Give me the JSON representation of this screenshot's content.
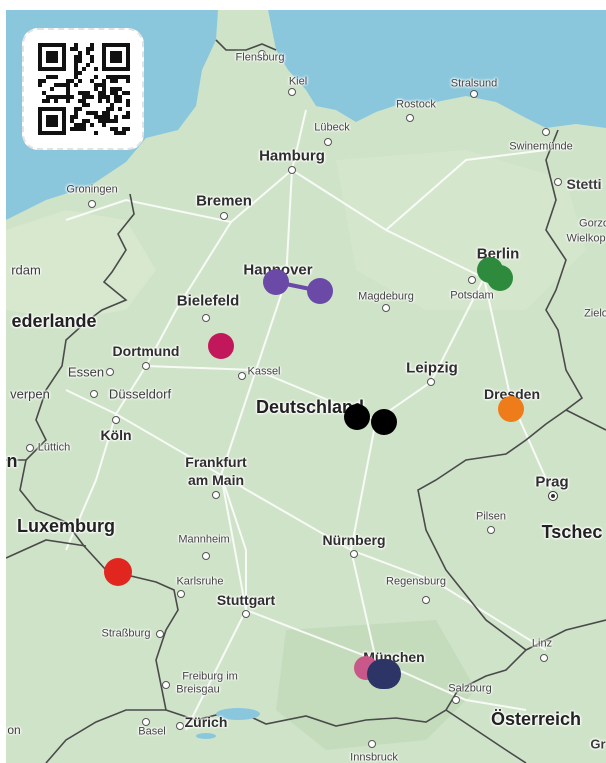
{
  "map": {
    "colors": {
      "land": "#cfe3c8",
      "sea": "#8ac7dd",
      "border": "#4a4a4a",
      "road": "#ffffff"
    },
    "labels": {
      "flensburg": "Flensburg",
      "kiel": "Kiel",
      "stralsund": "Stralsund",
      "rostock": "Rostock",
      "luebeck": "Lübeck",
      "swinemuende": "Swinemünde",
      "hamburg": "Hamburg",
      "stettin": "Stetti",
      "groningen": "Groningen",
      "bremen": "Bremen",
      "gorzow": "Gorzo",
      "wielkop": "Wielkop",
      "amsterdam": "rdam",
      "hannover": "Hannover",
      "berlin": "Berlin",
      "potsdam": "Potsdam",
      "magdeburg": "Magdeburg",
      "bielefeld": "Bielefeld",
      "zielona": "Zielo",
      "niederlande": "ederlande",
      "dortmund": "Dortmund",
      "essen": "Essen",
      "kassel": "Kassel",
      "leipzig": "Leipzig",
      "antwerpen": "verpen",
      "duesseldorf": "Düsseldorf",
      "dresden": "Dresden",
      "deutschland": "Deutschland",
      "koeln": "Köln",
      "luettich": "Lüttich",
      "belgien": "n",
      "frankfurt_1": "Frankfurt",
      "frankfurt_2": "am Main",
      "prag": "Prag",
      "pilsen": "Pilsen",
      "tschechien": "Tschec",
      "luxemburg": "Luxemburg",
      "mannheim": "Mannheim",
      "nuernberg": "Nürnberg",
      "karlsruhe": "Karlsruhe",
      "regensburg": "Regensburg",
      "stuttgart": "Stuttgart",
      "strassburg": "Straßburg",
      "linz": "Linz",
      "muenchen": "München",
      "freiburg_1": "Freiburg im",
      "freiburg_2": "Breisgau",
      "salzburg": "Salzburg",
      "zuerich": "Zürich",
      "basel": "Basel",
      "oesterreich": "Österreich",
      "innsbruck": "Innsbruck",
      "bern": "on",
      "graz": "Gr"
    },
    "markers": [
      {
        "name": "hannover-a",
        "color": "#6a4aa6"
      },
      {
        "name": "hannover-b",
        "color": "#6a4aa6"
      },
      {
        "name": "bielefeld",
        "color": "#c2185b"
      },
      {
        "name": "berlin-a",
        "color": "#2e8b3e"
      },
      {
        "name": "berlin-b",
        "color": "#2e8b3e"
      },
      {
        "name": "erfurt-a",
        "color": "#000000"
      },
      {
        "name": "erfurt-b",
        "color": "#000000"
      },
      {
        "name": "dresden",
        "color": "#ef7c1a"
      },
      {
        "name": "saarbruecken",
        "color": "#e0261f"
      },
      {
        "name": "muenchen-a",
        "color": "#c8588a"
      },
      {
        "name": "muenchen-b",
        "color": "#2c3566"
      }
    ]
  },
  "qr": {
    "icon": "qr-code-icon"
  }
}
